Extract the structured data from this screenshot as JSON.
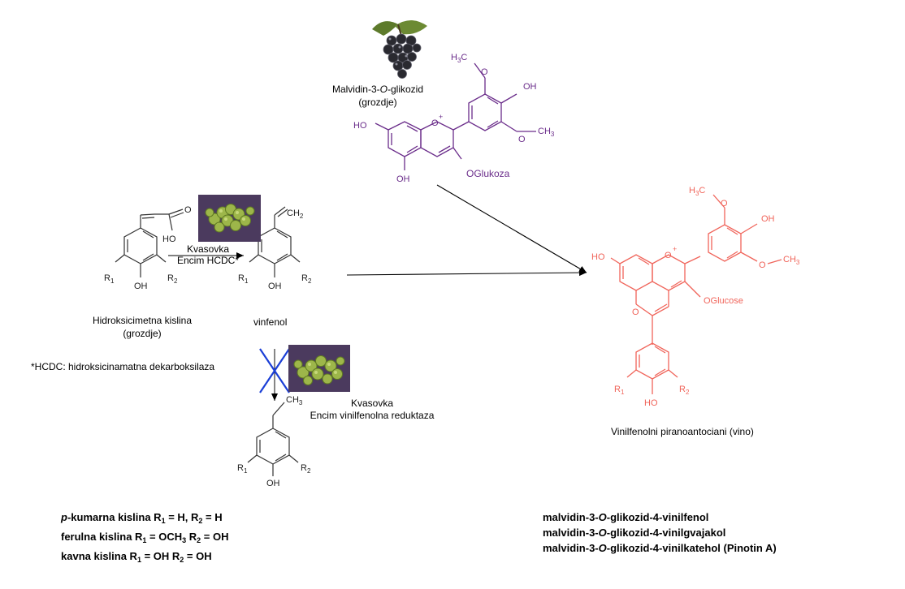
{
  "grape_label": {
    "name_a": "Malvidin-3-",
    "name_o": "O",
    "name_b": "-glikozid",
    "source": "(grozdje)"
  },
  "malvidin_structure": {
    "color": "#6a2c8a",
    "oglukoza": "OGlukoza",
    "ho": "HO",
    "oh_bottom": "OH",
    "oh_top": "OH",
    "o_plus": "O",
    "plus": "+",
    "h3c": "H",
    "ch3": "CH"
  },
  "hca": {
    "name": "Hidroksicimetna kislina",
    "source": "(grozdje)",
    "ho": "HO",
    "o": "O",
    "oh": "OH",
    "r1": "R",
    "r2": "R"
  },
  "step1": {
    "line1": "Kvasovka",
    "line2": "Encim HCDC*"
  },
  "vinylphenol": {
    "name": "vinfenol",
    "ch2": "CH",
    "oh": "OH",
    "r1": "R",
    "r2": "R"
  },
  "footnote": "*HCDC: hidroksicinamatna dekarboksilaza",
  "step2": {
    "line1": "Kvasovka",
    "line2": "Encim vinilfenolna reduktaza"
  },
  "ethylphenol": {
    "ch3": "CH",
    "oh": "OH",
    "r1": "R",
    "r2": "R"
  },
  "pyrano": {
    "color": "#f0645a",
    "name": "Vinilfenolni piranoantociani (vino)",
    "ho": "HO",
    "oglucose": "OGlucose",
    "o_plus": "O",
    "plus": "+",
    "o_ring": "O",
    "oh_top": "OH",
    "oh_bottom": "HO",
    "h3c": "H",
    "ch3": "CH",
    "r1": "R",
    "r2": "R"
  },
  "acids": {
    "line1": {
      "prefix": "p",
      "text": "-kumarna kislina R",
      "mid": " = H, R",
      "end": " = H"
    },
    "line2": {
      "text": "ferulna kislina R",
      "mid": " = OCH",
      "mid2": " R",
      "end": " = OH"
    },
    "line3": {
      "text": "kavna kislina R",
      "mid": " = OH R",
      "end": " = OH"
    }
  },
  "products": {
    "line1": {
      "a": "malvidin-3-",
      "o": "O",
      "b": "-glikozid-4-vinilfenol"
    },
    "line2": {
      "a": "malvidin-3-",
      "o": "O",
      "b": "-glikozid-4-vinilgvajakol"
    },
    "line3": {
      "a": "malvidin-3-",
      "o": "O",
      "b": "-glikozid-4-vinilkatehol (Pinotin A)"
    }
  },
  "subscripts": {
    "one": "1",
    "two": "2",
    "three": "3"
  },
  "icons": {
    "grape": "grape-cluster-image",
    "yeast": "yeast-cells-micrograph",
    "blocked": "blue-x-cross"
  }
}
